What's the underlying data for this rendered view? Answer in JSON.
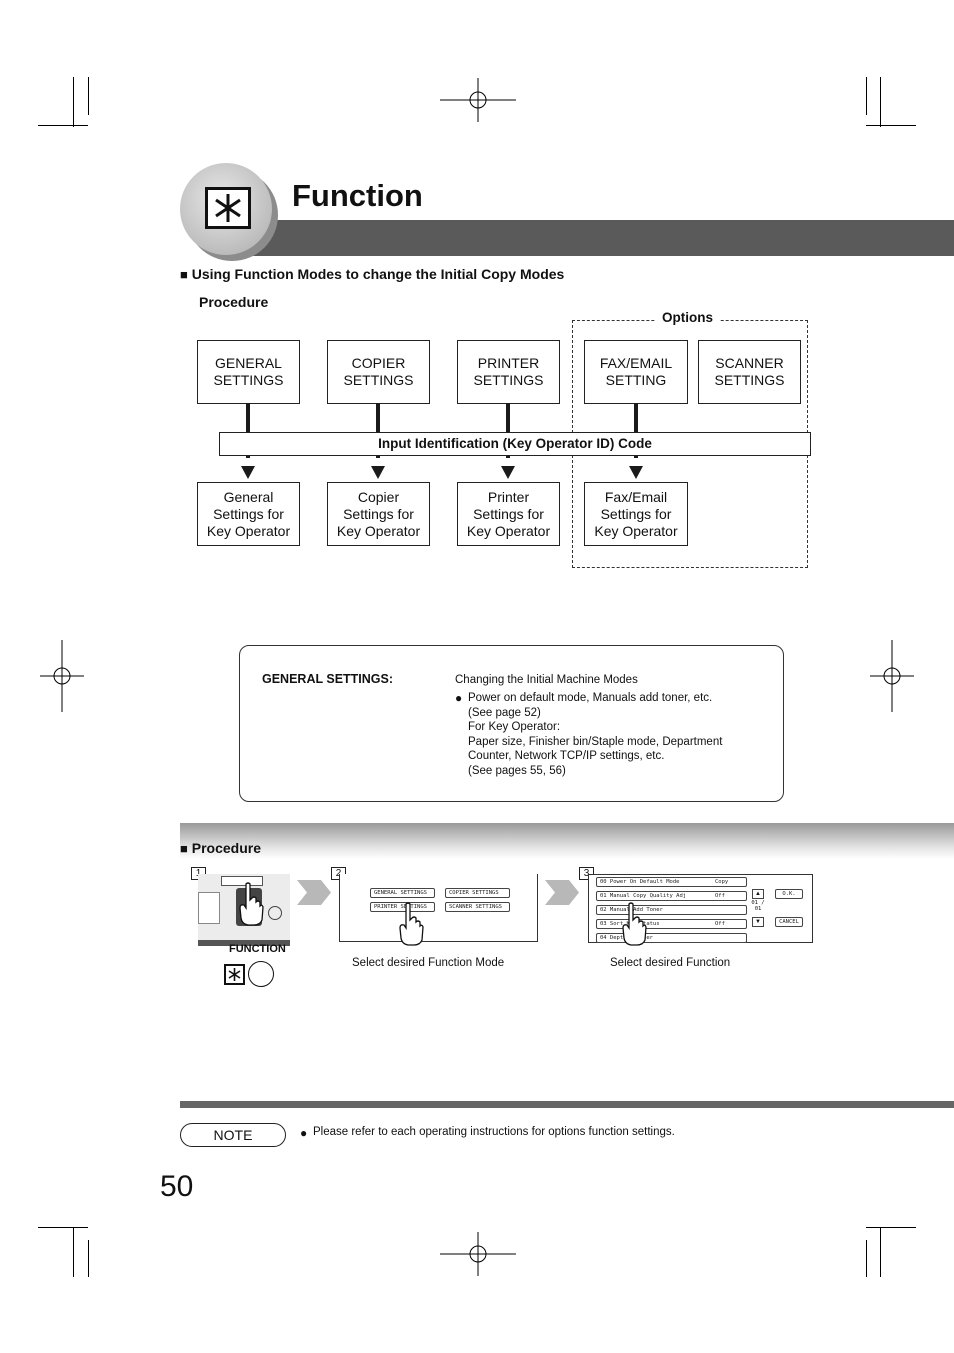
{
  "header": {
    "title": "Function",
    "icon": "function-key-icon"
  },
  "section1": {
    "heading": "Using Function Modes to change the Initial Copy Modes",
    "procedure_label": "Procedure",
    "options_label": "Options",
    "top_boxes": [
      "GENERAL\nSETTINGS",
      "COPIER\nSETTINGS",
      "PRINTER\nSETTINGS",
      "FAX/EMAIL\nSETTING",
      "SCANNER\nSETTINGS"
    ],
    "input_bar": "Input Identification (Key Operator ID) Code",
    "bottom_boxes": [
      "General\nSettings for\nKey Operator",
      "Copier\nSettings for\nKey Operator",
      "Printer\nSettings for\nKey Operator",
      "Fax/Email\nSettings for\nKey Operator"
    ]
  },
  "info": {
    "label": "GENERAL SETTINGS:",
    "intro": "Changing the Initial Machine Modes",
    "bullet_lines": [
      "Power on default mode, Manuals add toner, etc.",
      "(See page 52)",
      "For Key Operator:",
      "Paper size, Finisher bin/Staple mode, Department",
      "Counter, Network TCP/IP settings, etc.",
      "(See pages 55, 56)"
    ]
  },
  "section2": {
    "heading": "Procedure",
    "steps": [
      "1",
      "2",
      "3"
    ],
    "function_label": "FUNCTION",
    "screen2_buttons": [
      "GENERAL SETTINGS",
      "COPIER SETTINGS",
      "PRINTER SETTINGS",
      "SCANNER SETTINGS"
    ],
    "screen3_rows": [
      {
        "label": "00 Power On Default Mode",
        "value": "Copy"
      },
      {
        "label": "01 Manual Copy Quality Adj",
        "value": "Off"
      },
      {
        "label": "02 Manual Add Toner",
        "value": ""
      },
      {
        "label": "03 Sort Key Status",
        "value": "Off"
      },
      {
        "label": "04 Dept. Counter",
        "value": ""
      }
    ],
    "screen3_ok": "O.K.",
    "screen3_cancel": "CANCEL",
    "screen3_pager": "01 / 01",
    "caption2": "Select desired Function Mode",
    "caption3": "Select desired Function"
  },
  "note": {
    "label": "NOTE",
    "text": "Please refer to each operating instructions for options function settings."
  },
  "page_number": "50"
}
